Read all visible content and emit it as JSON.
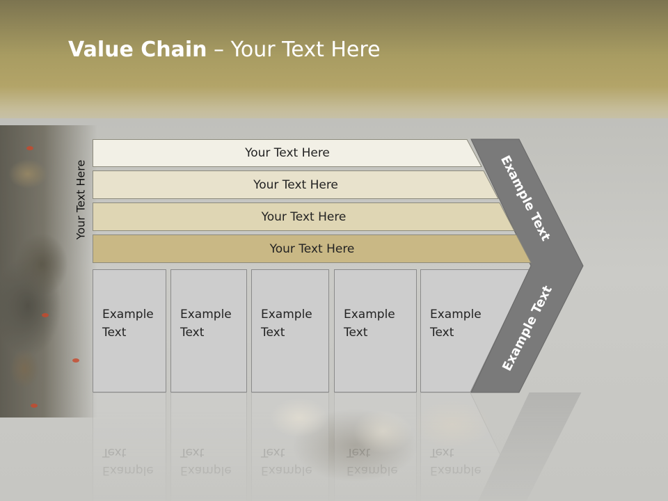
{
  "slide": {
    "title_bold": "Value Chain",
    "title_rest": " – Your Text Here",
    "side_label": "Your Text Here",
    "bars": [
      {
        "label": "Your Text Here",
        "color": "#f2f0e6"
      },
      {
        "label": "Your Text Here",
        "color": "#e8e2cc"
      },
      {
        "label": "Your Text Here",
        "color": "#dfd6b4"
      },
      {
        "label": "Your Text Here",
        "color": "#c9b885"
      }
    ],
    "boxes": [
      {
        "line1": "Example",
        "line2": "Text"
      },
      {
        "line1": "Example",
        "line2": "Text"
      },
      {
        "line1": "Example",
        "line2": "Text"
      },
      {
        "line1": "Example",
        "line2": "Text"
      },
      {
        "line1": "Example",
        "line2": "Text"
      }
    ],
    "chevron_upper_text": "Example Text",
    "chevron_lower_text": "Example Text",
    "colors": {
      "chevron": "#7a7a7a",
      "box_fill": "#cdcdcd",
      "title": "#ffffff"
    }
  }
}
